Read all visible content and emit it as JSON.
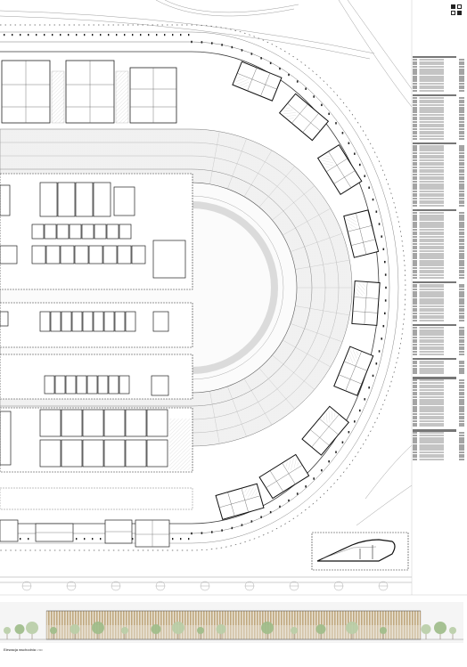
{
  "caption": {
    "title": "Elewacja wschodnia",
    "scale": "1:500"
  },
  "colors": {
    "line": "#3a3a3a",
    "line_light": "#b5b5b5",
    "hatch": "#d6d6d6",
    "facade_wood": "#c9b28a",
    "tree_green": "#8fb27a",
    "sky": "#f3f3f3"
  },
  "icons": {
    "logo": "square-grid-logo",
    "section_marker": "section-marker-icon"
  }
}
